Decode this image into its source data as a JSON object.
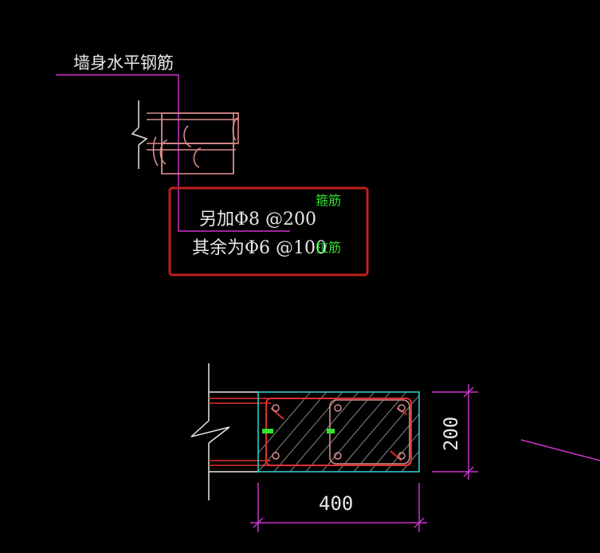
{
  "labels": {
    "wall_horizontal_rebar": "墙身水平钢筋",
    "extra_rebar": "另加Φ8 @200",
    "remaining_rebar": "其余为Φ6 @100",
    "stirrup": "箍筋",
    "tie_bar": "拉筋",
    "dim_width": "400",
    "dim_height": "200"
  },
  "colors": {
    "background": "#000000",
    "leader_magenta": "#cc33cc",
    "highlight_box": "#c0201e",
    "rebar_pink": "#d98b8b",
    "rebar_red": "#e03030",
    "outline_cyan": "#30c8c8",
    "wall_white": "#e8e8e8",
    "annotation_green": "#33e033"
  }
}
